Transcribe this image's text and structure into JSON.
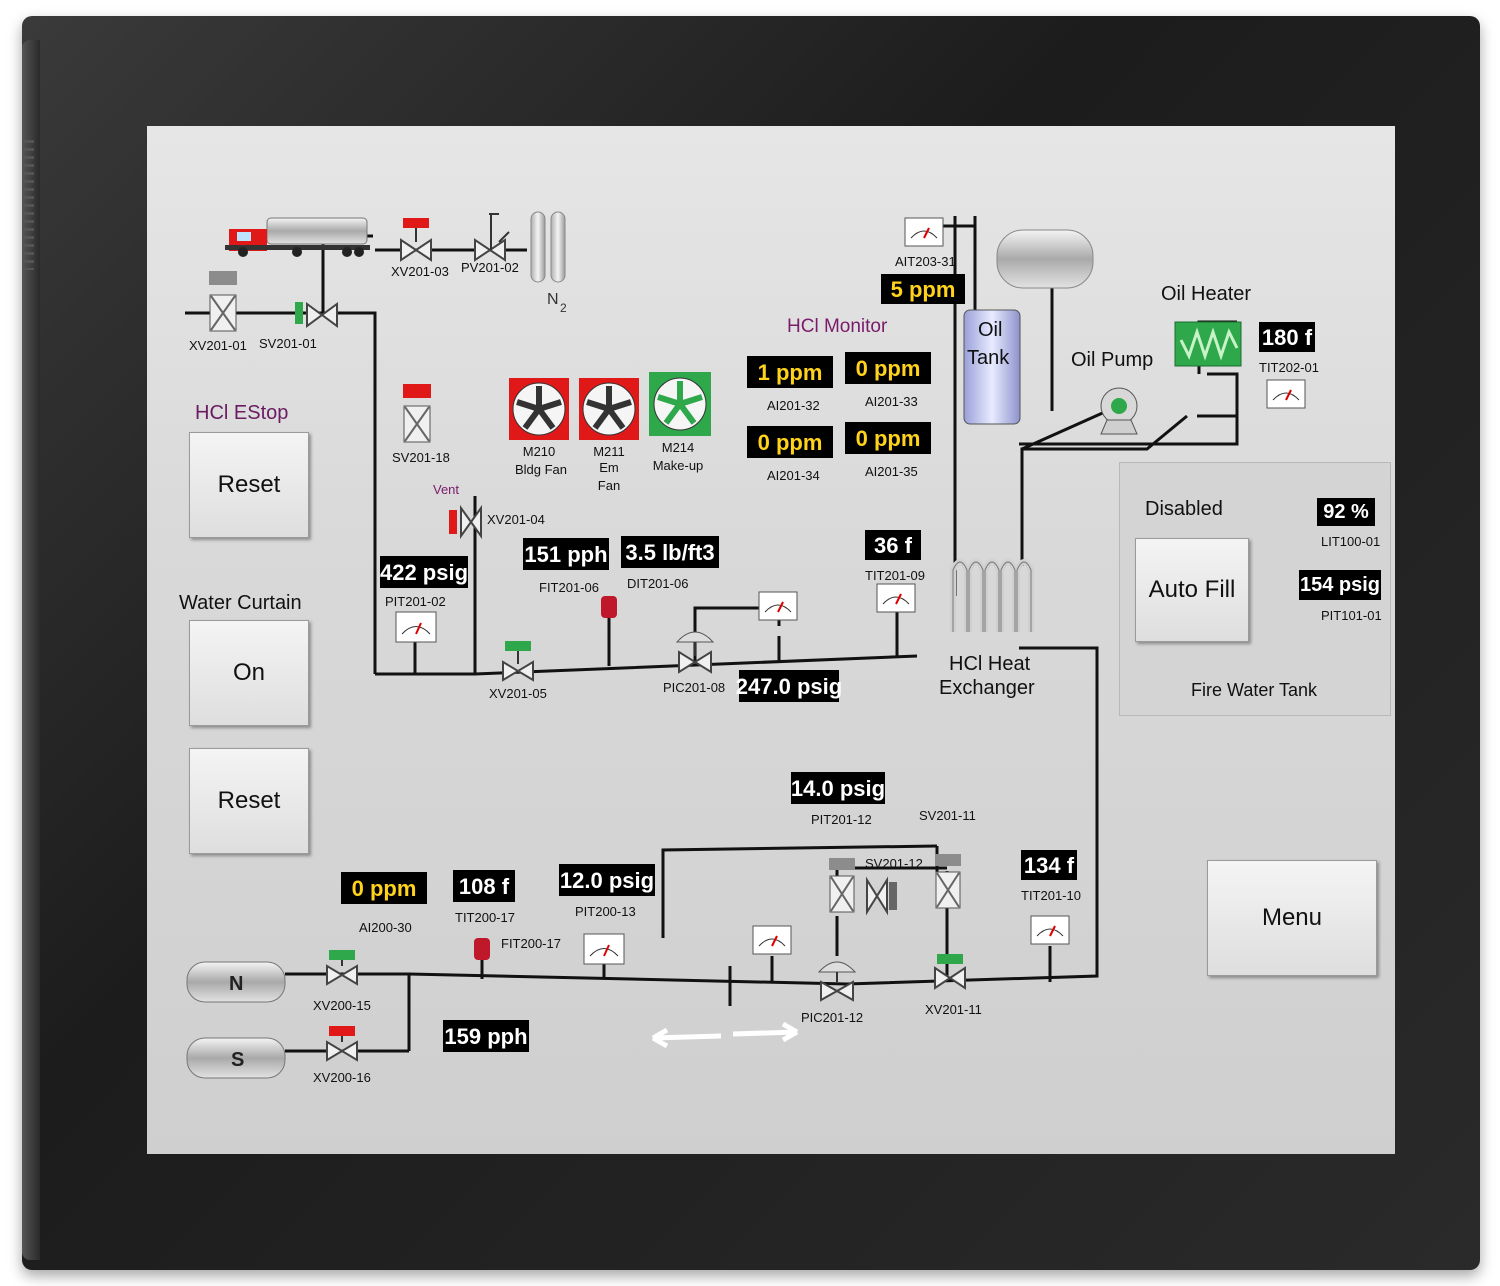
{
  "estop": {
    "title": "HCl EStop",
    "reset_label": "Reset"
  },
  "water_curtain": {
    "title": "Water Curtain",
    "on_label": "On",
    "reset_label": "Reset"
  },
  "menu_label": "Menu",
  "hcl_monitor": {
    "title": "HCl Monitor",
    "readings": [
      {
        "value": "1 ppm",
        "tag": "AI201-32"
      },
      {
        "value": "0 ppm",
        "tag": "AI201-33"
      },
      {
        "value": "0 ppm",
        "tag": "AI201-34"
      },
      {
        "value": "0 ppm",
        "tag": "AI201-35"
      }
    ]
  },
  "fans": [
    {
      "line1": "M210",
      "line2": "Bldg Fan",
      "line3": "",
      "status": "stopped"
    },
    {
      "line1": "M211",
      "line2": "Em",
      "line3": "Fan",
      "status": "stopped"
    },
    {
      "line1": "M214",
      "line2": "Make-up",
      "line3": "",
      "status": "running"
    }
  ],
  "n2_label": "N",
  "n2_sub": "2",
  "valves": {
    "xv201_01": "XV201-01",
    "sv201_01": "SV201-01",
    "xv201_03": "XV201-03",
    "pv201_02": "PV201-02",
    "sv201_18": "SV201-18",
    "vent": "Vent",
    "xv201_04": "XV201-04",
    "xv201_05": "XV201-05",
    "pic201_08": "PIC201-08",
    "sv201_11": "SV201-11",
    "sv201_12": "SV201-12",
    "pic201_12": "PIC201-12",
    "xv201_11": "XV201-11",
    "xv200_15": "XV200-15",
    "xv200_16": "XV200-16"
  },
  "instruments": {
    "ait203_31": {
      "tag": "AIT203-31",
      "value": "5 ppm"
    },
    "tit202_01": {
      "tag": "TIT202-01",
      "value": "180 f"
    },
    "pit201_02": {
      "tag": "PIT201-02",
      "value": "422 psig"
    },
    "fit201_06": {
      "tag": "FIT201-06",
      "value": "151 pph"
    },
    "dit201_06": {
      "tag": "DIT201-06",
      "value": "3.5 lb/ft3"
    },
    "tit201_09": {
      "tag": "TIT201-09",
      "value": "36 f"
    },
    "pic201_08_val": "247.0 psig",
    "pit201_12": {
      "tag": "PIT201-12",
      "value": "14.0 psig"
    },
    "tit201_10": {
      "tag": "TIT201-10",
      "value": "134 f"
    },
    "ai200_30": {
      "tag": "AI200-30",
      "value": "0 ppm"
    },
    "tit200_17": {
      "tag": "TIT200-17",
      "value": "108 f"
    },
    "fit200_17": {
      "tag": "FIT200-17"
    },
    "pit200_13": {
      "tag": "PIT200-13",
      "value": "12.0 psig"
    },
    "flow_bottom": "159 pph"
  },
  "equipment": {
    "oil_tank_1": "Oil",
    "oil_tank_2": "Tank",
    "oil_pump": "Oil Pump",
    "oil_heater": "Oil Heater",
    "hx_1": "HCl Heat",
    "hx_2": "Exchanger",
    "tank_n": "N",
    "tank_s": "S"
  },
  "fire_water": {
    "status": "Disabled",
    "button": "Auto Fill",
    "title": "Fire Water Tank",
    "level": {
      "value": "92 %",
      "tag": "LIT100-01"
    },
    "pressure": {
      "value": "154 psig",
      "tag": "PIT101-01"
    }
  }
}
